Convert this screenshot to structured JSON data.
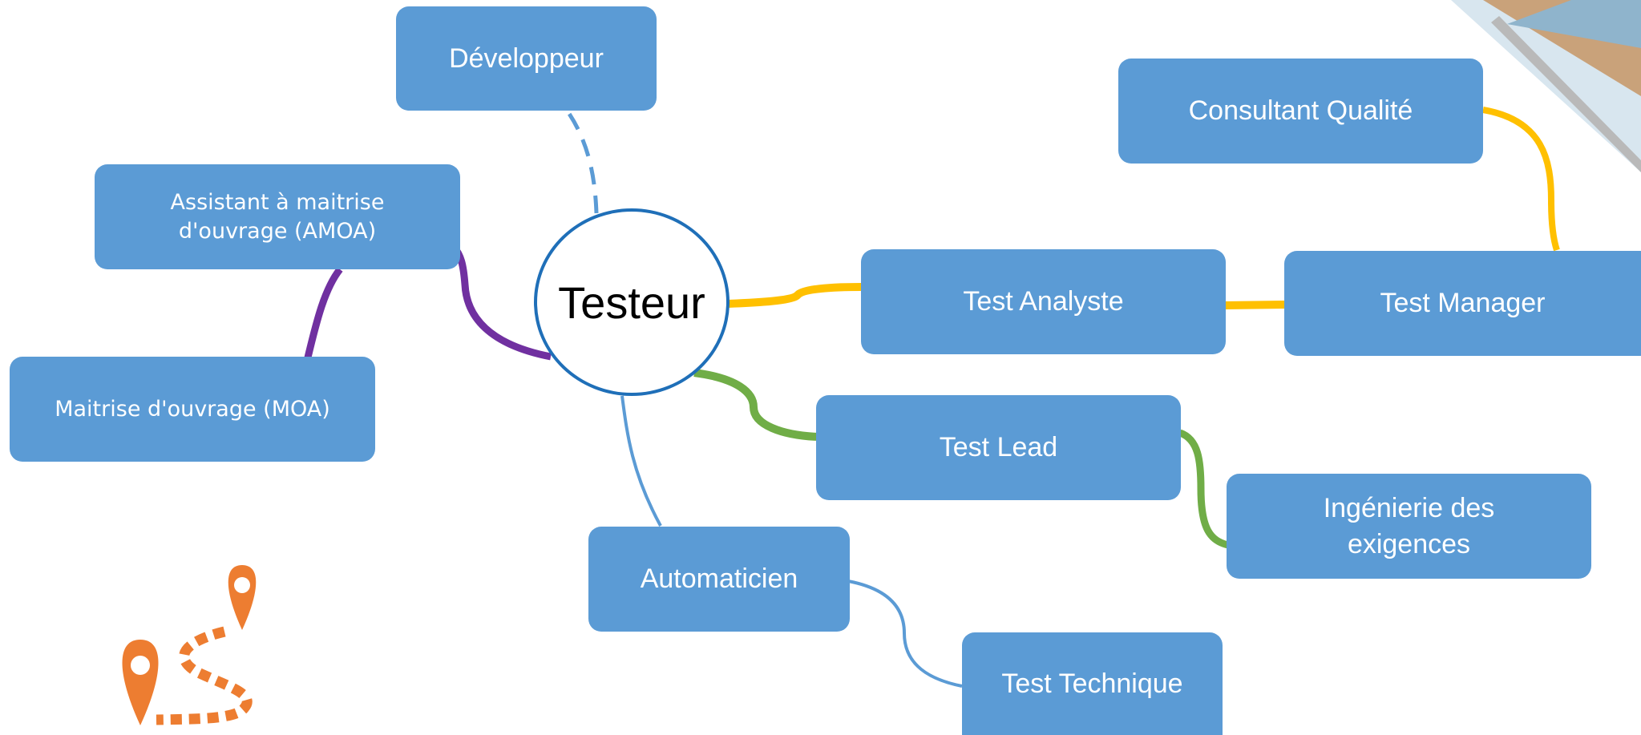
{
  "diagram": {
    "center": "Testeur",
    "nodes": {
      "developpeur": "Développeur",
      "amoa": "Assistant à maitrise d'ouvrage (AMOA)",
      "moa": "Maitrise d'ouvrage (MOA)",
      "test_analyste": "Test Analyste",
      "test_manager": "Test Manager",
      "consultant_qualite": "Consultant Qualité",
      "test_lead": "Test Lead",
      "ingenierie": "Ingénierie des exigences",
      "automaticien": "Automaticien",
      "test_technique": "Test Technique"
    },
    "colors": {
      "node_fill": "#5b9bd5",
      "center_border": "#1f6fb8",
      "link_purple": "#7030a0",
      "link_yellow": "#ffc000",
      "link_green": "#70ad47",
      "link_blue": "#5b9bd5",
      "route_icon": "#ed7d31"
    },
    "icons": [
      "map-pin-icon",
      "route-path-icon"
    ]
  }
}
